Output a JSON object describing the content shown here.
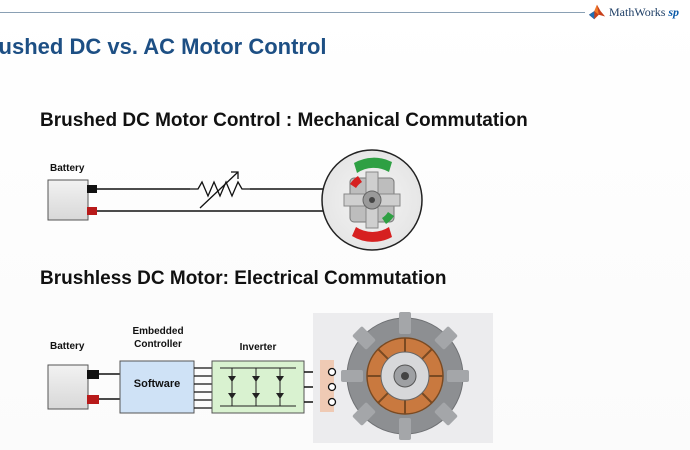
{
  "logo": {
    "text": "MathWorks",
    "extra": "sp"
  },
  "slide": {
    "title": "rushed DC vs. AC Motor Control"
  },
  "section1": {
    "title": "Brushed DC Motor Control : Mechanical Commutation",
    "battery_label": "Battery"
  },
  "section2": {
    "title": "Brushless DC Motor: Electrical Commutation",
    "battery_label": "Battery",
    "controller_label_line1": "Embedded",
    "controller_label_line2": "Controller",
    "software_label": "Software",
    "inverter_label": "Inverter"
  },
  "colors": {
    "title_blue": "#1d4f84",
    "brush_green": "#2ea043",
    "brush_red": "#d62020",
    "battery_gray": "#e6e6e6",
    "controller_blue": "#cfe2f6",
    "inverter_green": "#d9f2d0"
  }
}
